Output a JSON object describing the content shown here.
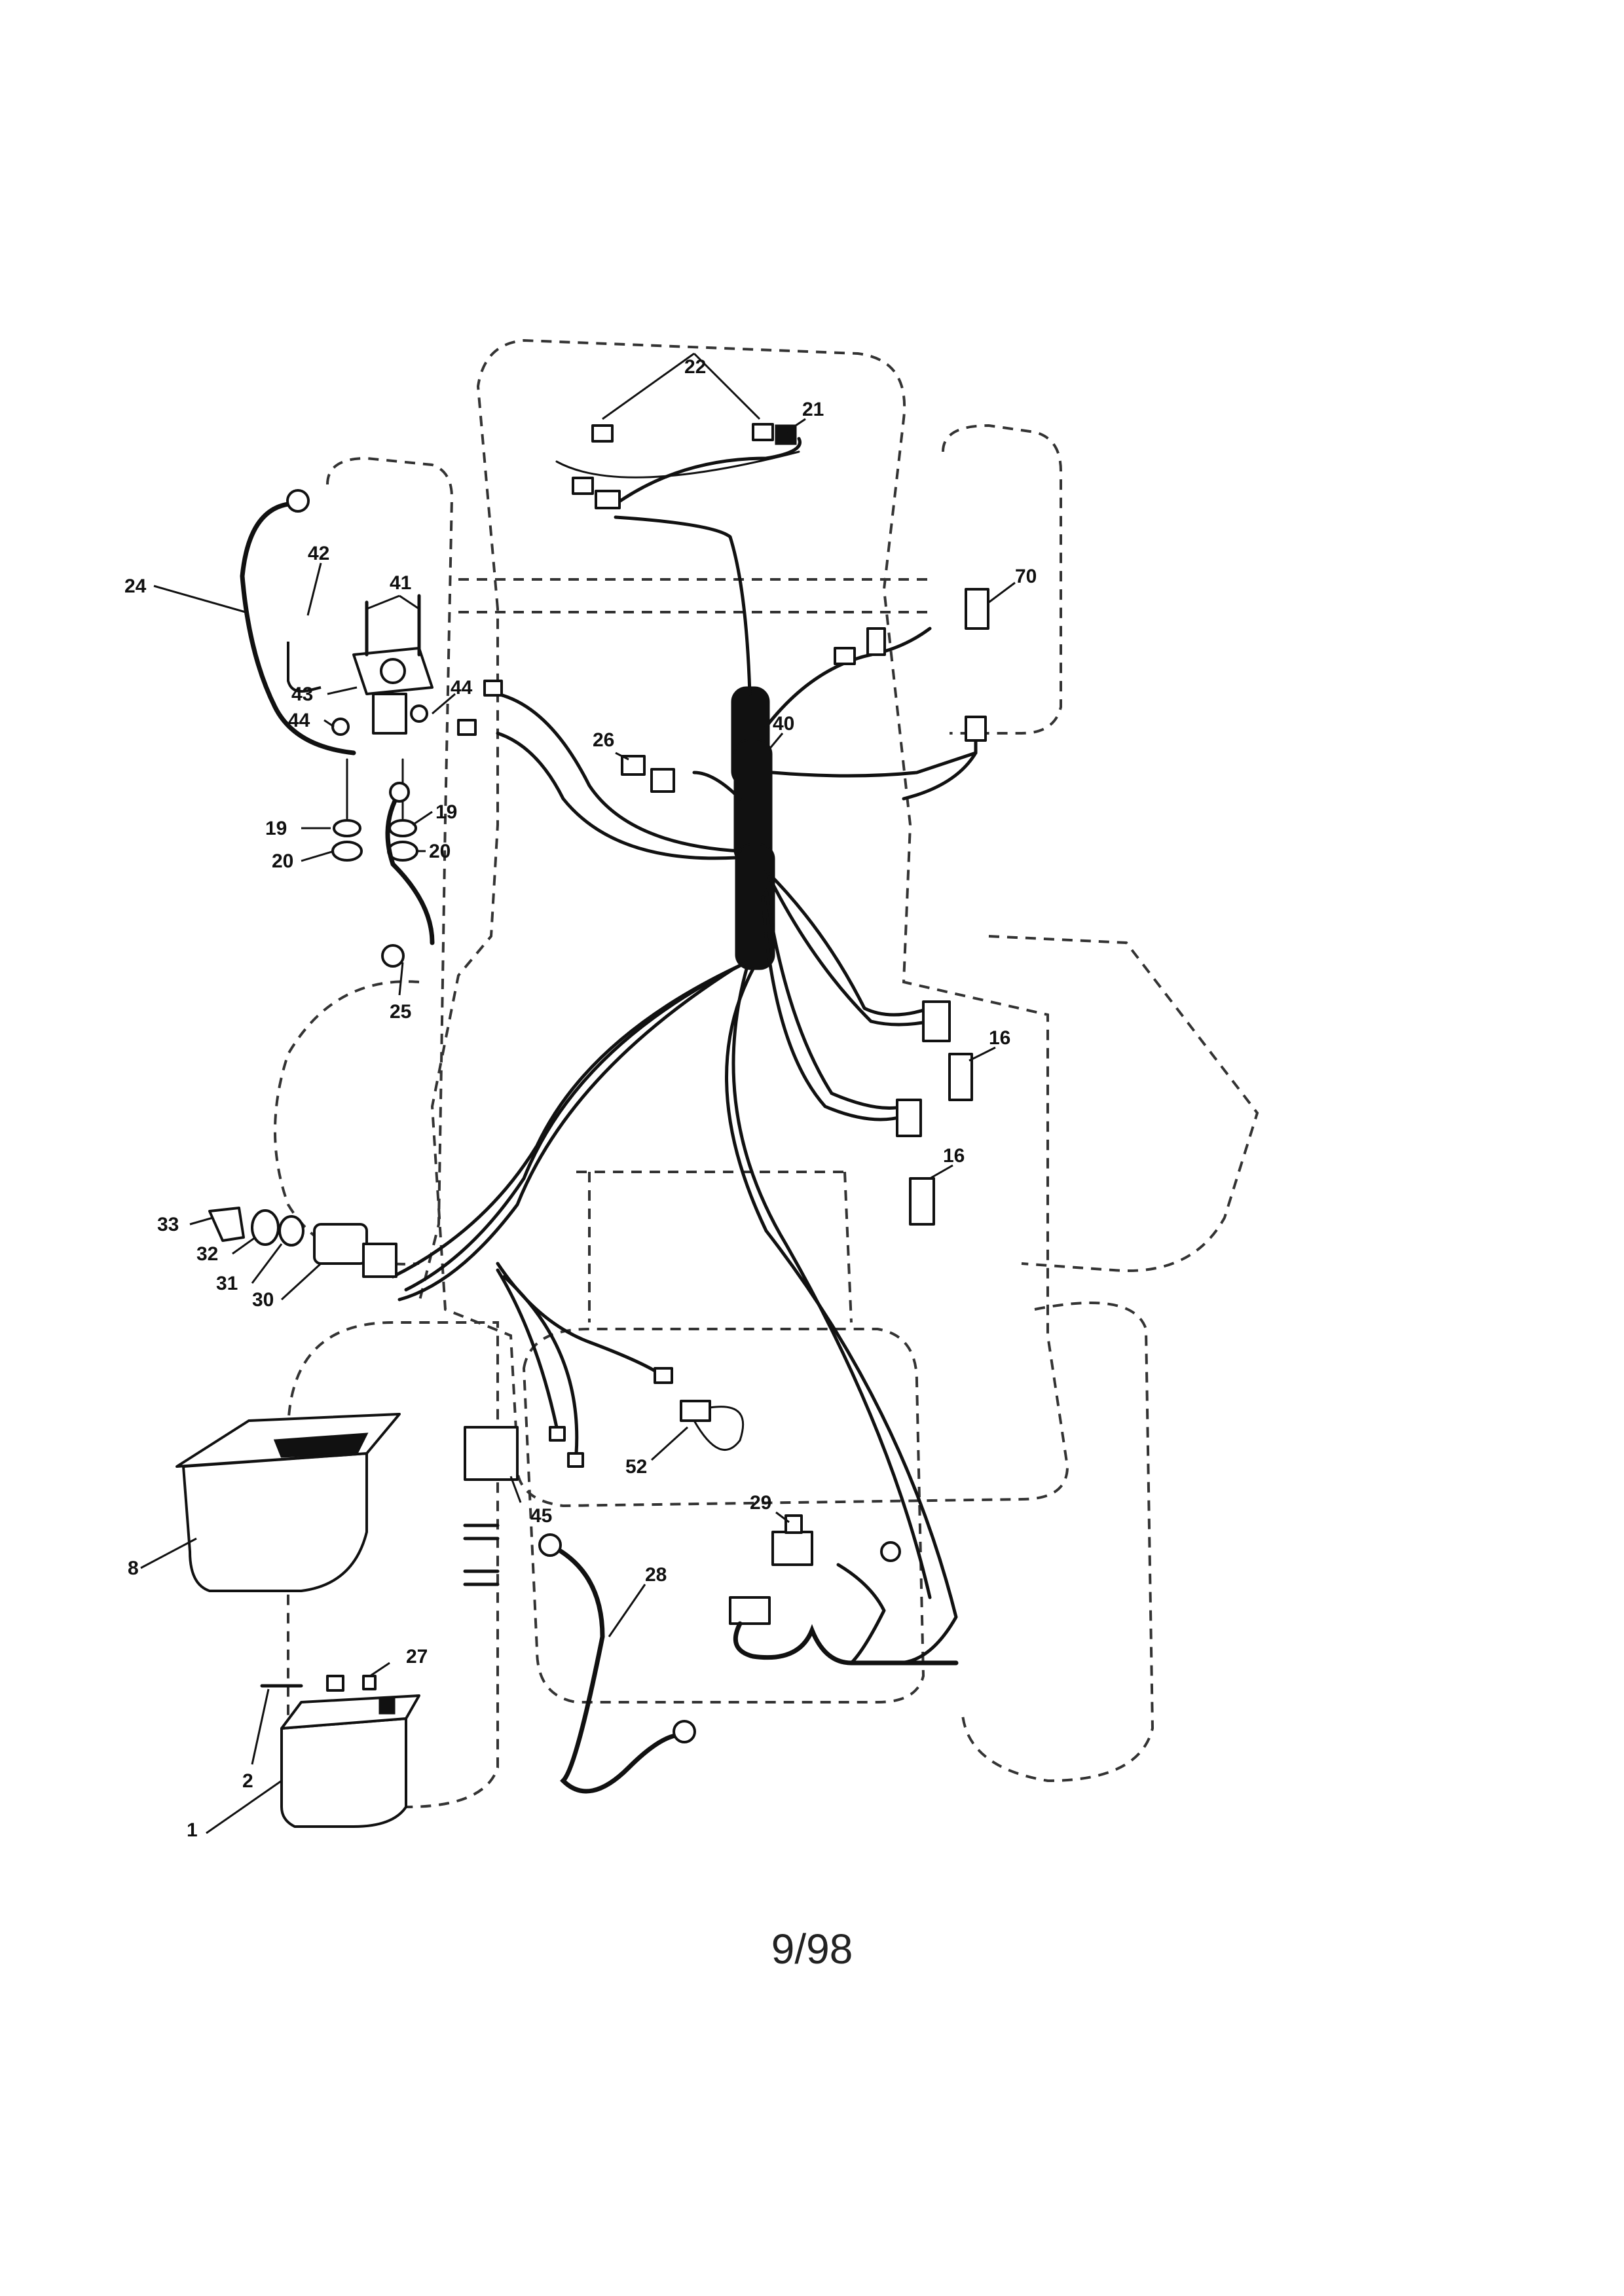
{
  "callouts": {
    "c1": "1",
    "c2": "2",
    "c8": "8",
    "c16a": "16",
    "c16b": "16",
    "c19a": "19",
    "c19b": "19",
    "c20a": "20",
    "c20b": "20",
    "c21": "21",
    "c22": "22",
    "c24": "24",
    "c25": "25",
    "c26": "26",
    "c27": "27",
    "c28": "28",
    "c29": "29",
    "c30": "30",
    "c31": "31",
    "c32": "32",
    "c33": "33",
    "c40": "40",
    "c41": "41",
    "c42": "42",
    "c43": "43",
    "c44a": "44",
    "c44b": "44",
    "c45": "45",
    "c52": "52",
    "c70": "70"
  },
  "footer": {
    "page_number": "9/98"
  }
}
